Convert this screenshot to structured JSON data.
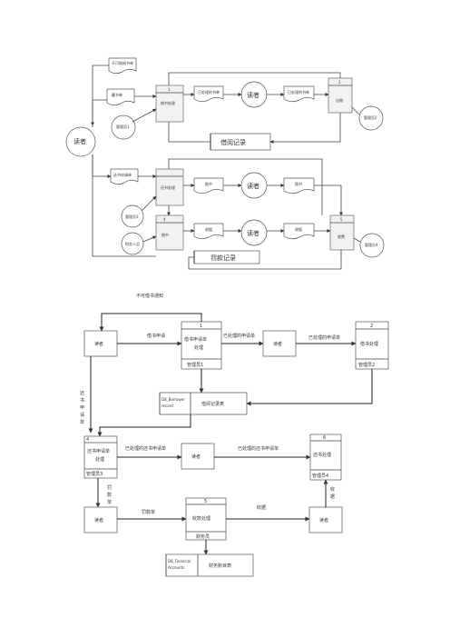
{
  "top": {
    "doc_top": "不可借阅书单",
    "reader": "读者",
    "borrow_list": "藏书单",
    "manager1": "管理员1",
    "p1_num": "1",
    "p1_label": "借书处理",
    "processed_list": "已处理的书单",
    "reader2": "读者",
    "processed_list2": "已处理的书单",
    "p2_num": "2",
    "p2_label": "出借",
    "manager2": "管理员2",
    "borrow_record": "借阅记录",
    "return_list": "还书申请单",
    "p3_label": "还书处理",
    "manager3": "管理员3",
    "book": "图书",
    "reader3": "读者",
    "book2": "图书",
    "p4_num": "4",
    "p4_label": "借书",
    "manager4": "财务人员",
    "receipt": "收据",
    "reader4": "读者",
    "receipt2": "收据",
    "p5_num": "5",
    "p5_label": "收费",
    "manager5": "管理员4",
    "fine_record": "罚款记录"
  },
  "bottom": {
    "top_label": "不可借书通知",
    "reader_left": "读者",
    "borrow_request": "借书申请",
    "p1_num": "1",
    "p1_title1": "借书申请单",
    "p1_title2": "处理",
    "p1_owner": "管理员1",
    "processed_request": "已处理的申请单",
    "reader_mid": "读者",
    "processed_request2": "已处理的申请单",
    "p2_num": "2",
    "p2_title": "借书处理",
    "p2_owner": "管理员2",
    "left_vertical": [
      "还",
      "书",
      "申",
      "请",
      "单"
    ],
    "store1_id": "D8_Borrower",
    "store1_id2": "record",
    "store1_name": "借阅记录表",
    "p4_num": "4",
    "p4_title1": "还书申请单",
    "p4_title2": "处理",
    "p4_owner": "管理员3",
    "processed_return": "已处理的还书申请单",
    "reader_mid2": "读者",
    "processed_return2": "已处理的还书申请单",
    "p6_num": "6",
    "p6_title": "还书处理",
    "p6_owner": "管理员4",
    "fine_vertical": [
      "罚",
      "款",
      "单"
    ],
    "receipt_vertical": [
      "收",
      "据"
    ],
    "reader_bottom_left": "读者",
    "fine_note": "罚款单",
    "p5_num": "5",
    "p5_title": "收款处理",
    "p5_owner": "财务员",
    "receipt_label": "收据",
    "reader_bottom_right": "读者",
    "store2_id": "D8_Financial",
    "store2_id2": "Accounts",
    "store2_name": "财务账目表"
  }
}
